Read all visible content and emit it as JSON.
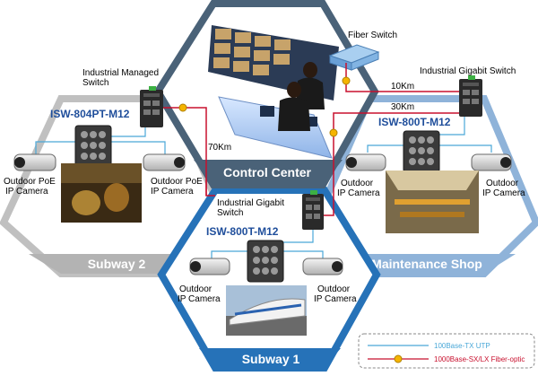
{
  "zones": {
    "control": {
      "name": "Control Center"
    },
    "subway2": {
      "name": "Subway 2",
      "model": "ISW-804PT-M12",
      "camera_left": [
        "Outdoor PoE",
        "IP Camera"
      ],
      "camera_right": [
        "Outdoor PoE",
        "IP Camera"
      ]
    },
    "subway1": {
      "name": "Subway 1",
      "model": "ISW-800T-M12",
      "camera_left": [
        "Outdoor",
        "IP Camera"
      ],
      "camera_right": [
        "Outdoor",
        "IP Camera"
      ]
    },
    "maintenance": {
      "name": "Maintenance Shop",
      "model": "ISW-800T-M12",
      "camera_left": [
        "Outdoor",
        "IP Camera"
      ],
      "camera_right": [
        "Outdoor",
        "IP Camera"
      ]
    }
  },
  "devices": {
    "fiber_switch": "Fiber Switch",
    "managed_switch": [
      "Industrial Managed",
      "Switch"
    ],
    "gigabit_switch_right": "Industrial Gigabit Switch",
    "gigabit_switch_center": [
      "Industrial Gigabit",
      "Switch"
    ]
  },
  "distances": {
    "d10": "10Km",
    "d30": "30Km",
    "d70": "70Km"
  },
  "legend": {
    "utp": {
      "label": "100Base-TX UTP",
      "color": "#4aa8d8"
    },
    "fiber": {
      "label": "1000Base-SX/LX Fiber-optic",
      "color": "#c8102e"
    }
  }
}
